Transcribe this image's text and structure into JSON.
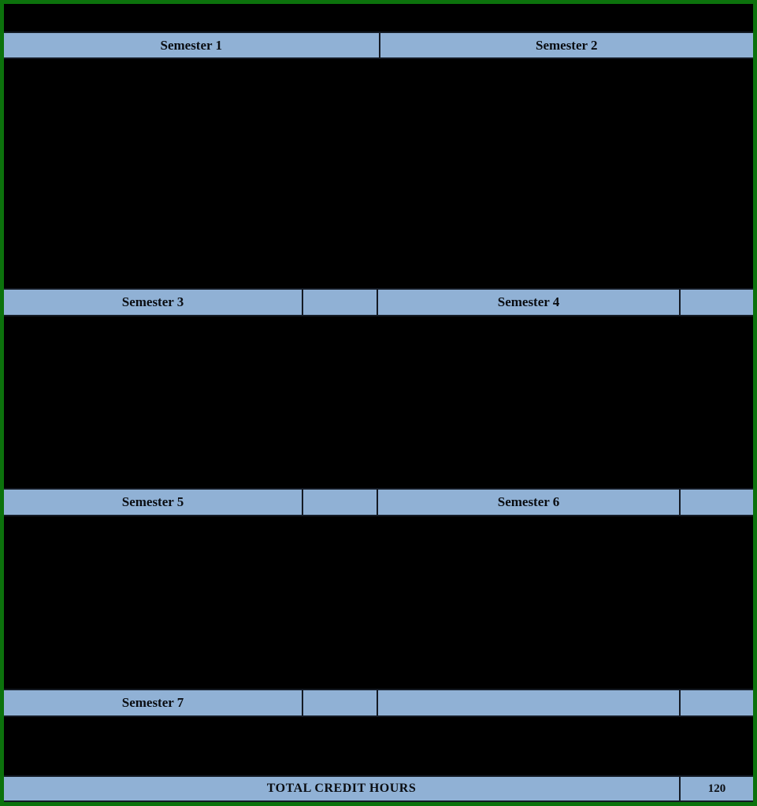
{
  "theme": {
    "frame_green": "#0c720c",
    "header_blue": "#90b1d5",
    "grid_line": "#141a24",
    "background": "#000000",
    "text": "#0a0d12"
  },
  "semesters": {
    "row1": {
      "left": "Semester 1",
      "right": "Semester 2"
    },
    "row2": {
      "left": "Semester 3",
      "left_credits": "",
      "right": "Semester 4",
      "right_credits": ""
    },
    "row3": {
      "left": "Semester 5",
      "left_credits": "",
      "right": "Semester 6",
      "right_credits": ""
    },
    "row4": {
      "left": "Semester 7",
      "left_credits": "",
      "right": "",
      "right_credits": ""
    }
  },
  "footer": {
    "total_label": "TOTAL CREDIT HOURS",
    "total_value": "120"
  }
}
